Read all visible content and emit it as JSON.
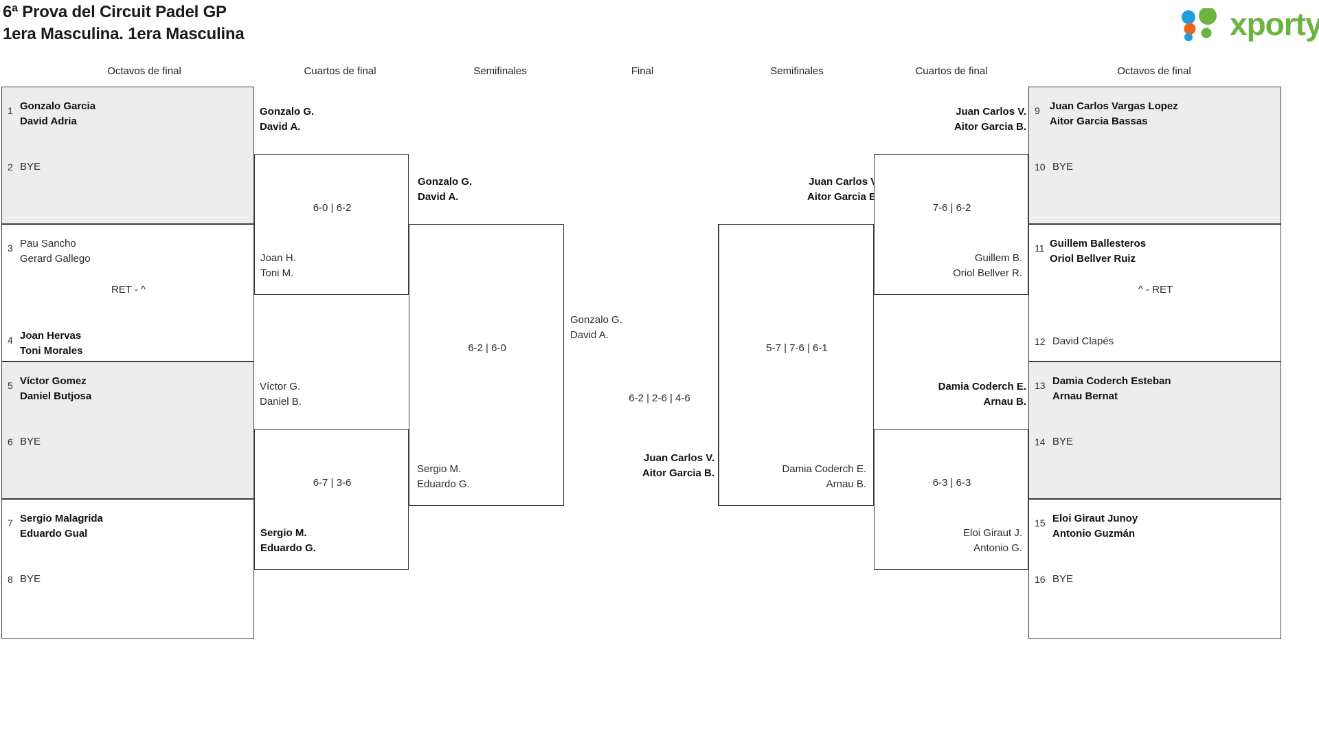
{
  "header": {
    "title_line1": "6ª Prova del Circuit Padel GP",
    "title_line2": "1era Masculina. 1era Masculina",
    "logo_text": "xporty",
    "logo_colors": {
      "green": "#6cb33f",
      "blue": "#1f9ed9",
      "orange": "#e8671c"
    }
  },
  "round_headers": {
    "left_r16": "Octavos de final",
    "left_qf": "Cuartos de final",
    "left_sf": "Semifinales",
    "final": "Final",
    "right_sf": "Semifinales",
    "right_qf": "Cuartos de final",
    "right_r16": "Octavos de final"
  },
  "bracket": {
    "left_r16": [
      {
        "seed_top": "1",
        "top_line1": "Gonzalo Garcia",
        "top_line2": "David Adria",
        "top_win": true,
        "seed_bot": "2",
        "bot_line1": "BYE",
        "bot_line2": "",
        "bot_win": false,
        "score": "",
        "shaded": true
      },
      {
        "seed_top": "3",
        "top_line1": "Pau Sancho",
        "top_line2": "Gerard Gallego",
        "top_win": false,
        "seed_bot": "4",
        "bot_line1": "Joan Hervas",
        "bot_line2": "Toni Morales",
        "bot_win": true,
        "score": "RET - ^",
        "shaded": false
      },
      {
        "seed_top": "5",
        "top_line1": "Víctor Gomez",
        "top_line2": "Daniel Butjosa",
        "top_win": true,
        "seed_bot": "6",
        "bot_line1": "BYE",
        "bot_line2": "",
        "bot_win": false,
        "score": "",
        "shaded": true
      },
      {
        "seed_top": "7",
        "top_line1": "Sergio Malagrida",
        "top_line2": "Eduardo Gual",
        "top_win": true,
        "seed_bot": "8",
        "bot_line1": "BYE",
        "bot_line2": "",
        "bot_win": false,
        "score": "",
        "shaded": false
      }
    ],
    "right_r16": [
      {
        "seed_top": "9",
        "top_line1": "Juan Carlos Vargas Lopez",
        "top_line2": "Aitor Garcia Bassas",
        "top_win": true,
        "seed_bot": "10",
        "bot_line1": "BYE",
        "bot_line2": "",
        "bot_win": false,
        "score": "",
        "shaded": true
      },
      {
        "seed_top": "11",
        "top_line1": "Guillem Ballesteros",
        "top_line2": "Oriol Bellver Ruiz",
        "top_win": true,
        "seed_bot": "12",
        "bot_line1": "David Clapés",
        "bot_line2": "",
        "bot_win": false,
        "score": "^ - RET",
        "shaded": false
      },
      {
        "seed_top": "13",
        "top_line1": "Damia Coderch Esteban",
        "top_line2": "Arnau Bernat",
        "top_win": true,
        "seed_bot": "14",
        "bot_line1": "BYE",
        "bot_line2": "",
        "bot_win": false,
        "score": "",
        "shaded": true
      },
      {
        "seed_top": "15",
        "top_line1": "Eloi Giraut Junoy",
        "top_line2": "Antonio Guzmán",
        "top_win": true,
        "seed_bot": "16",
        "bot_line1": "BYE",
        "bot_line2": "",
        "bot_win": false,
        "score": "",
        "shaded": false
      }
    ],
    "left_qf": [
      {
        "top_line1": "Gonzalo G.",
        "top_line2": "David A.",
        "top_win": true,
        "bot_line1": "Joan H.",
        "bot_line2": "Toni M.",
        "bot_win": false,
        "score": "6-0 | 6-2"
      },
      {
        "top_line1": "Víctor G.",
        "top_line2": "Daniel B.",
        "top_win": false,
        "bot_line1": "Sergio M.",
        "bot_line2": "Eduardo G.",
        "bot_win": true,
        "score": "6-7 | 3-6"
      }
    ],
    "right_qf": [
      {
        "top_line1": "Juan Carlos V.",
        "top_line2": "Aitor Garcia B.",
        "top_win": true,
        "bot_line1": "Guillem B.",
        "bot_line2": "Oriol Bellver R.",
        "bot_win": false,
        "score": "7-6 | 6-2"
      },
      {
        "top_line1": "Damia Coderch E.",
        "top_line2": "Arnau B.",
        "top_win": true,
        "bot_line1": "Eloi Giraut J.",
        "bot_line2": "Antonio G.",
        "bot_win": false,
        "score": "6-3 | 6-3"
      }
    ],
    "left_sf": {
      "top_line1": "Gonzalo G.",
      "top_line2": "David A.",
      "top_win": true,
      "bot_line1": "Sergio M.",
      "bot_line2": "Eduardo G.",
      "bot_win": false,
      "score": "6-2 | 6-0"
    },
    "right_sf": {
      "top_line1": "Juan Carlos V.",
      "top_line2": "Aitor Garcia B.",
      "top_win": true,
      "bot_line1": "Damia Coderch E.",
      "bot_line2": "Arnau B.",
      "bot_win": false,
      "score": "5-7 | 7-6 | 6-1"
    },
    "final": {
      "top_line1": "Gonzalo G.",
      "top_line2": "David A.",
      "top_win": false,
      "bot_line1": "Juan Carlos V.",
      "bot_line2": "Aitor Garcia B.",
      "bot_win": true,
      "score": "6-2 | 2-6 | 4-6"
    }
  }
}
